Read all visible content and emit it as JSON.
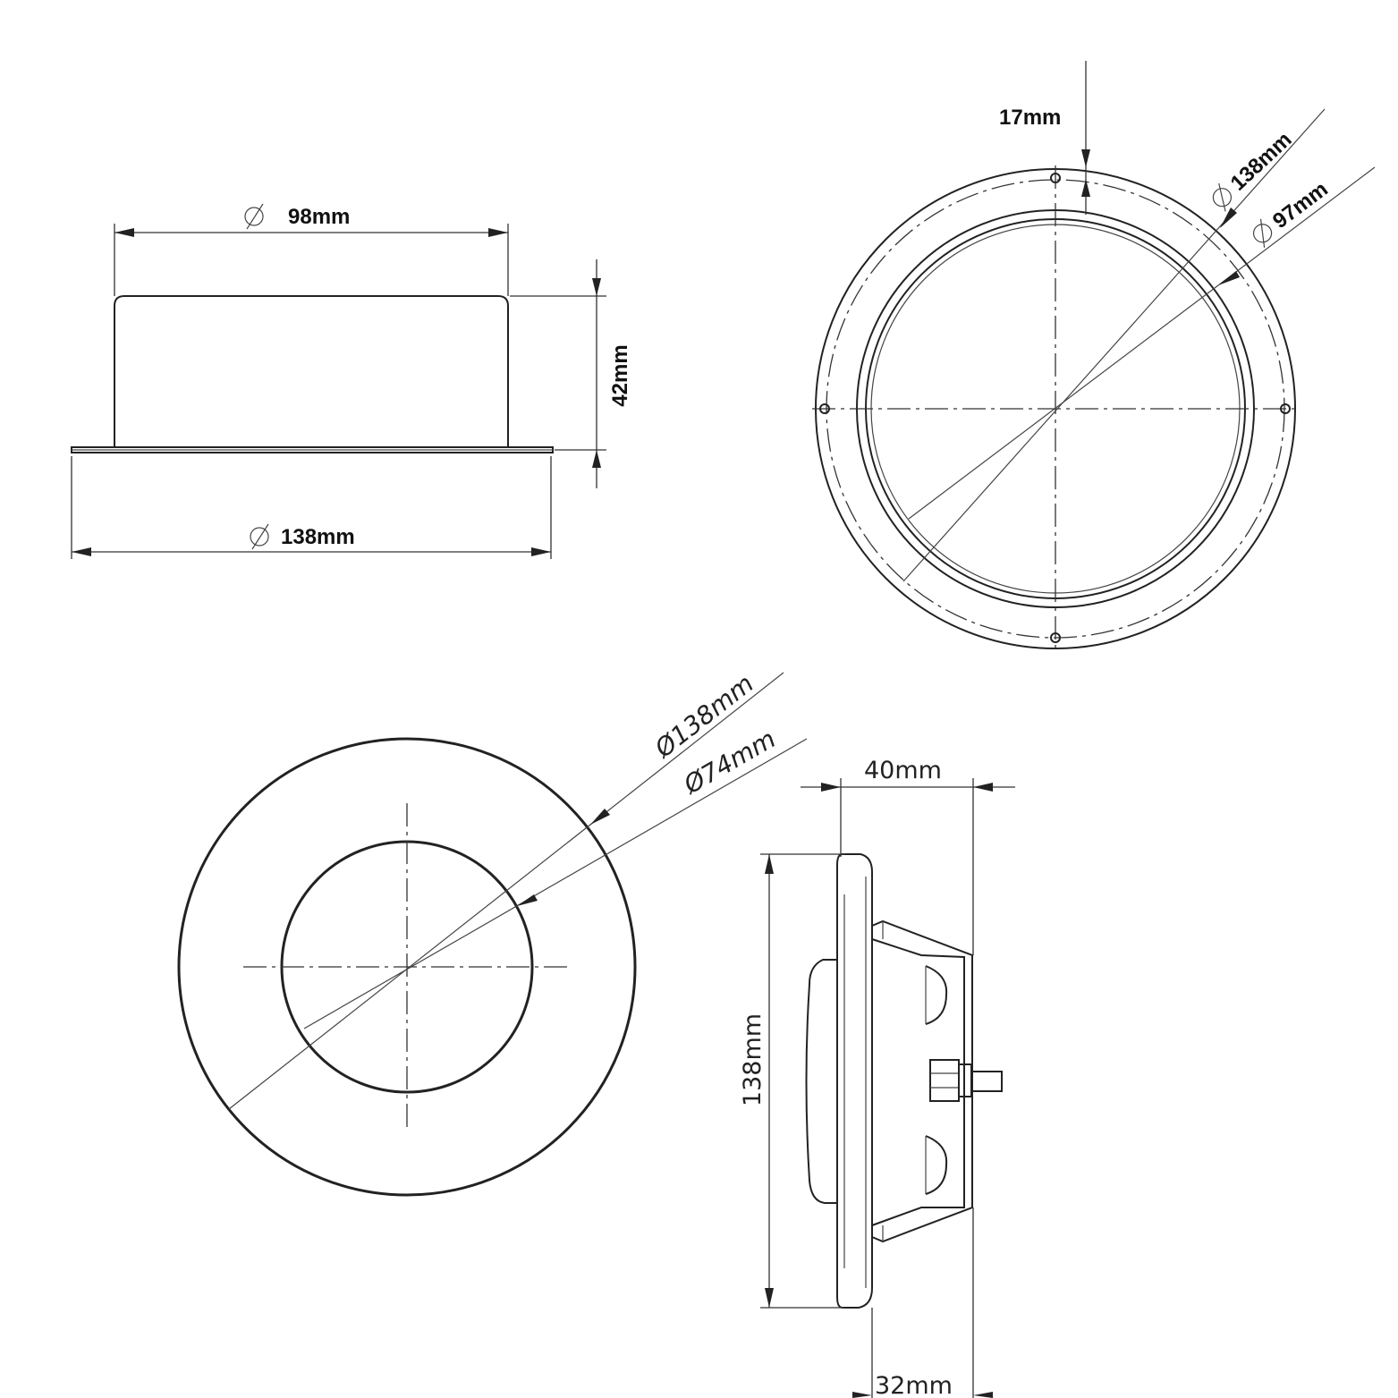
{
  "diameter_symbol": "Ø",
  "side_view": {
    "top_diameter": "98mm",
    "height": "42mm",
    "base_diameter": "138mm"
  },
  "front_view": {
    "rim_offset": "17mm",
    "outer_diameter": "138mm",
    "inner_diameter": "97mm"
  },
  "rear_view": {
    "outer_diameter": "Ø138mm",
    "inner_diameter": "Ø74mm"
  },
  "profile_view": {
    "total_depth": "40mm",
    "height": "138mm",
    "body_depth": "32mm"
  }
}
